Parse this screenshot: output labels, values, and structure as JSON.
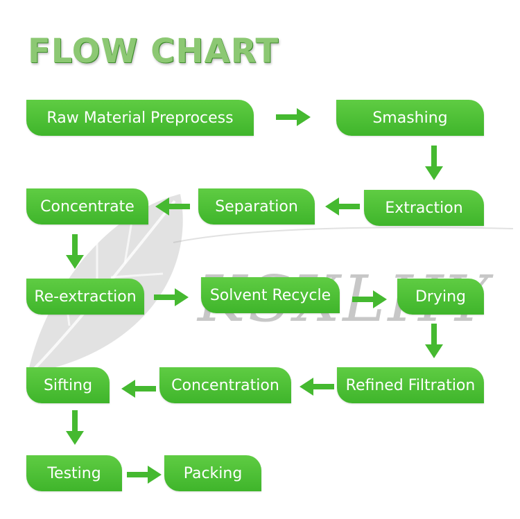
{
  "title": "FLOW CHART",
  "watermark": "KSXLHY",
  "colors": {
    "box": "#4cbf35",
    "arrow": "#45b930",
    "title": "#8cc873"
  },
  "steps": [
    "Raw Material Preprocess",
    "Smashing",
    "Extraction",
    "Separation",
    "Concentrate",
    "Re-extraction",
    "Solvent Recycle",
    "Drying",
    "Refined Filtration",
    "Concentration",
    "Sifting",
    "Testing",
    "Packing"
  ]
}
